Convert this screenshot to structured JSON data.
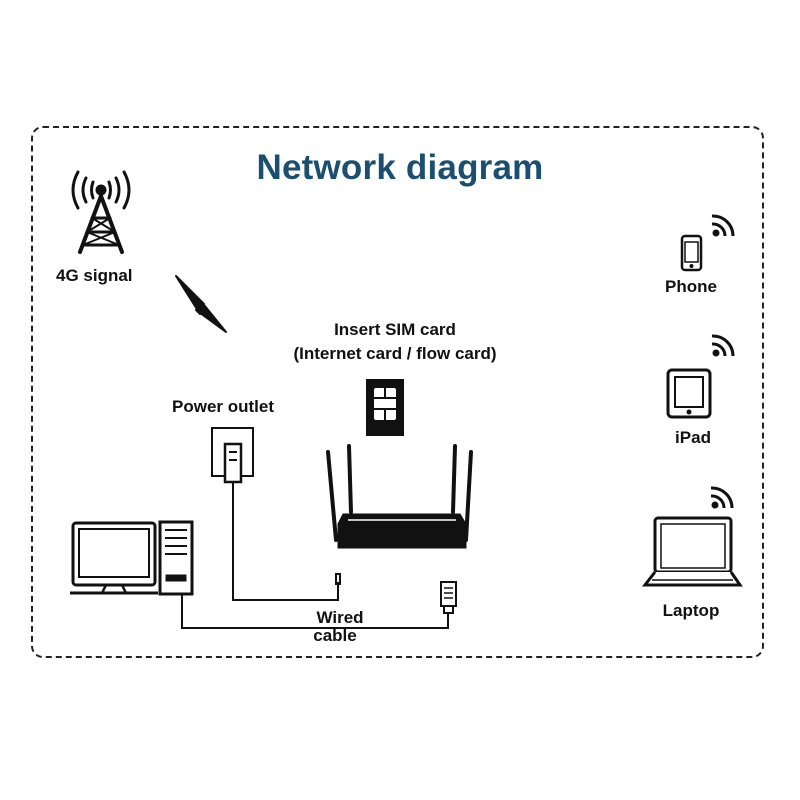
{
  "title": "Network diagram",
  "labels": {
    "signal": "4G signal",
    "sim_line1": "Insert SIM card",
    "sim_line2": "(Internet card / flow card)",
    "power": "Power outlet",
    "cable_line1": "Wired",
    "cable_line2": "cable",
    "phone": "Phone",
    "ipad": "iPad",
    "laptop": "Laptop"
  },
  "colors": {
    "title": "#1b4e6f",
    "ink": "#111111"
  },
  "icons": [
    "cell-tower-icon",
    "lightning-icon",
    "sim-card-icon",
    "router-icon",
    "power-outlet-icon",
    "desktop-computer-icon",
    "ethernet-plug-icon",
    "phone-icon",
    "tablet-icon",
    "laptop-icon",
    "wifi-icon"
  ]
}
